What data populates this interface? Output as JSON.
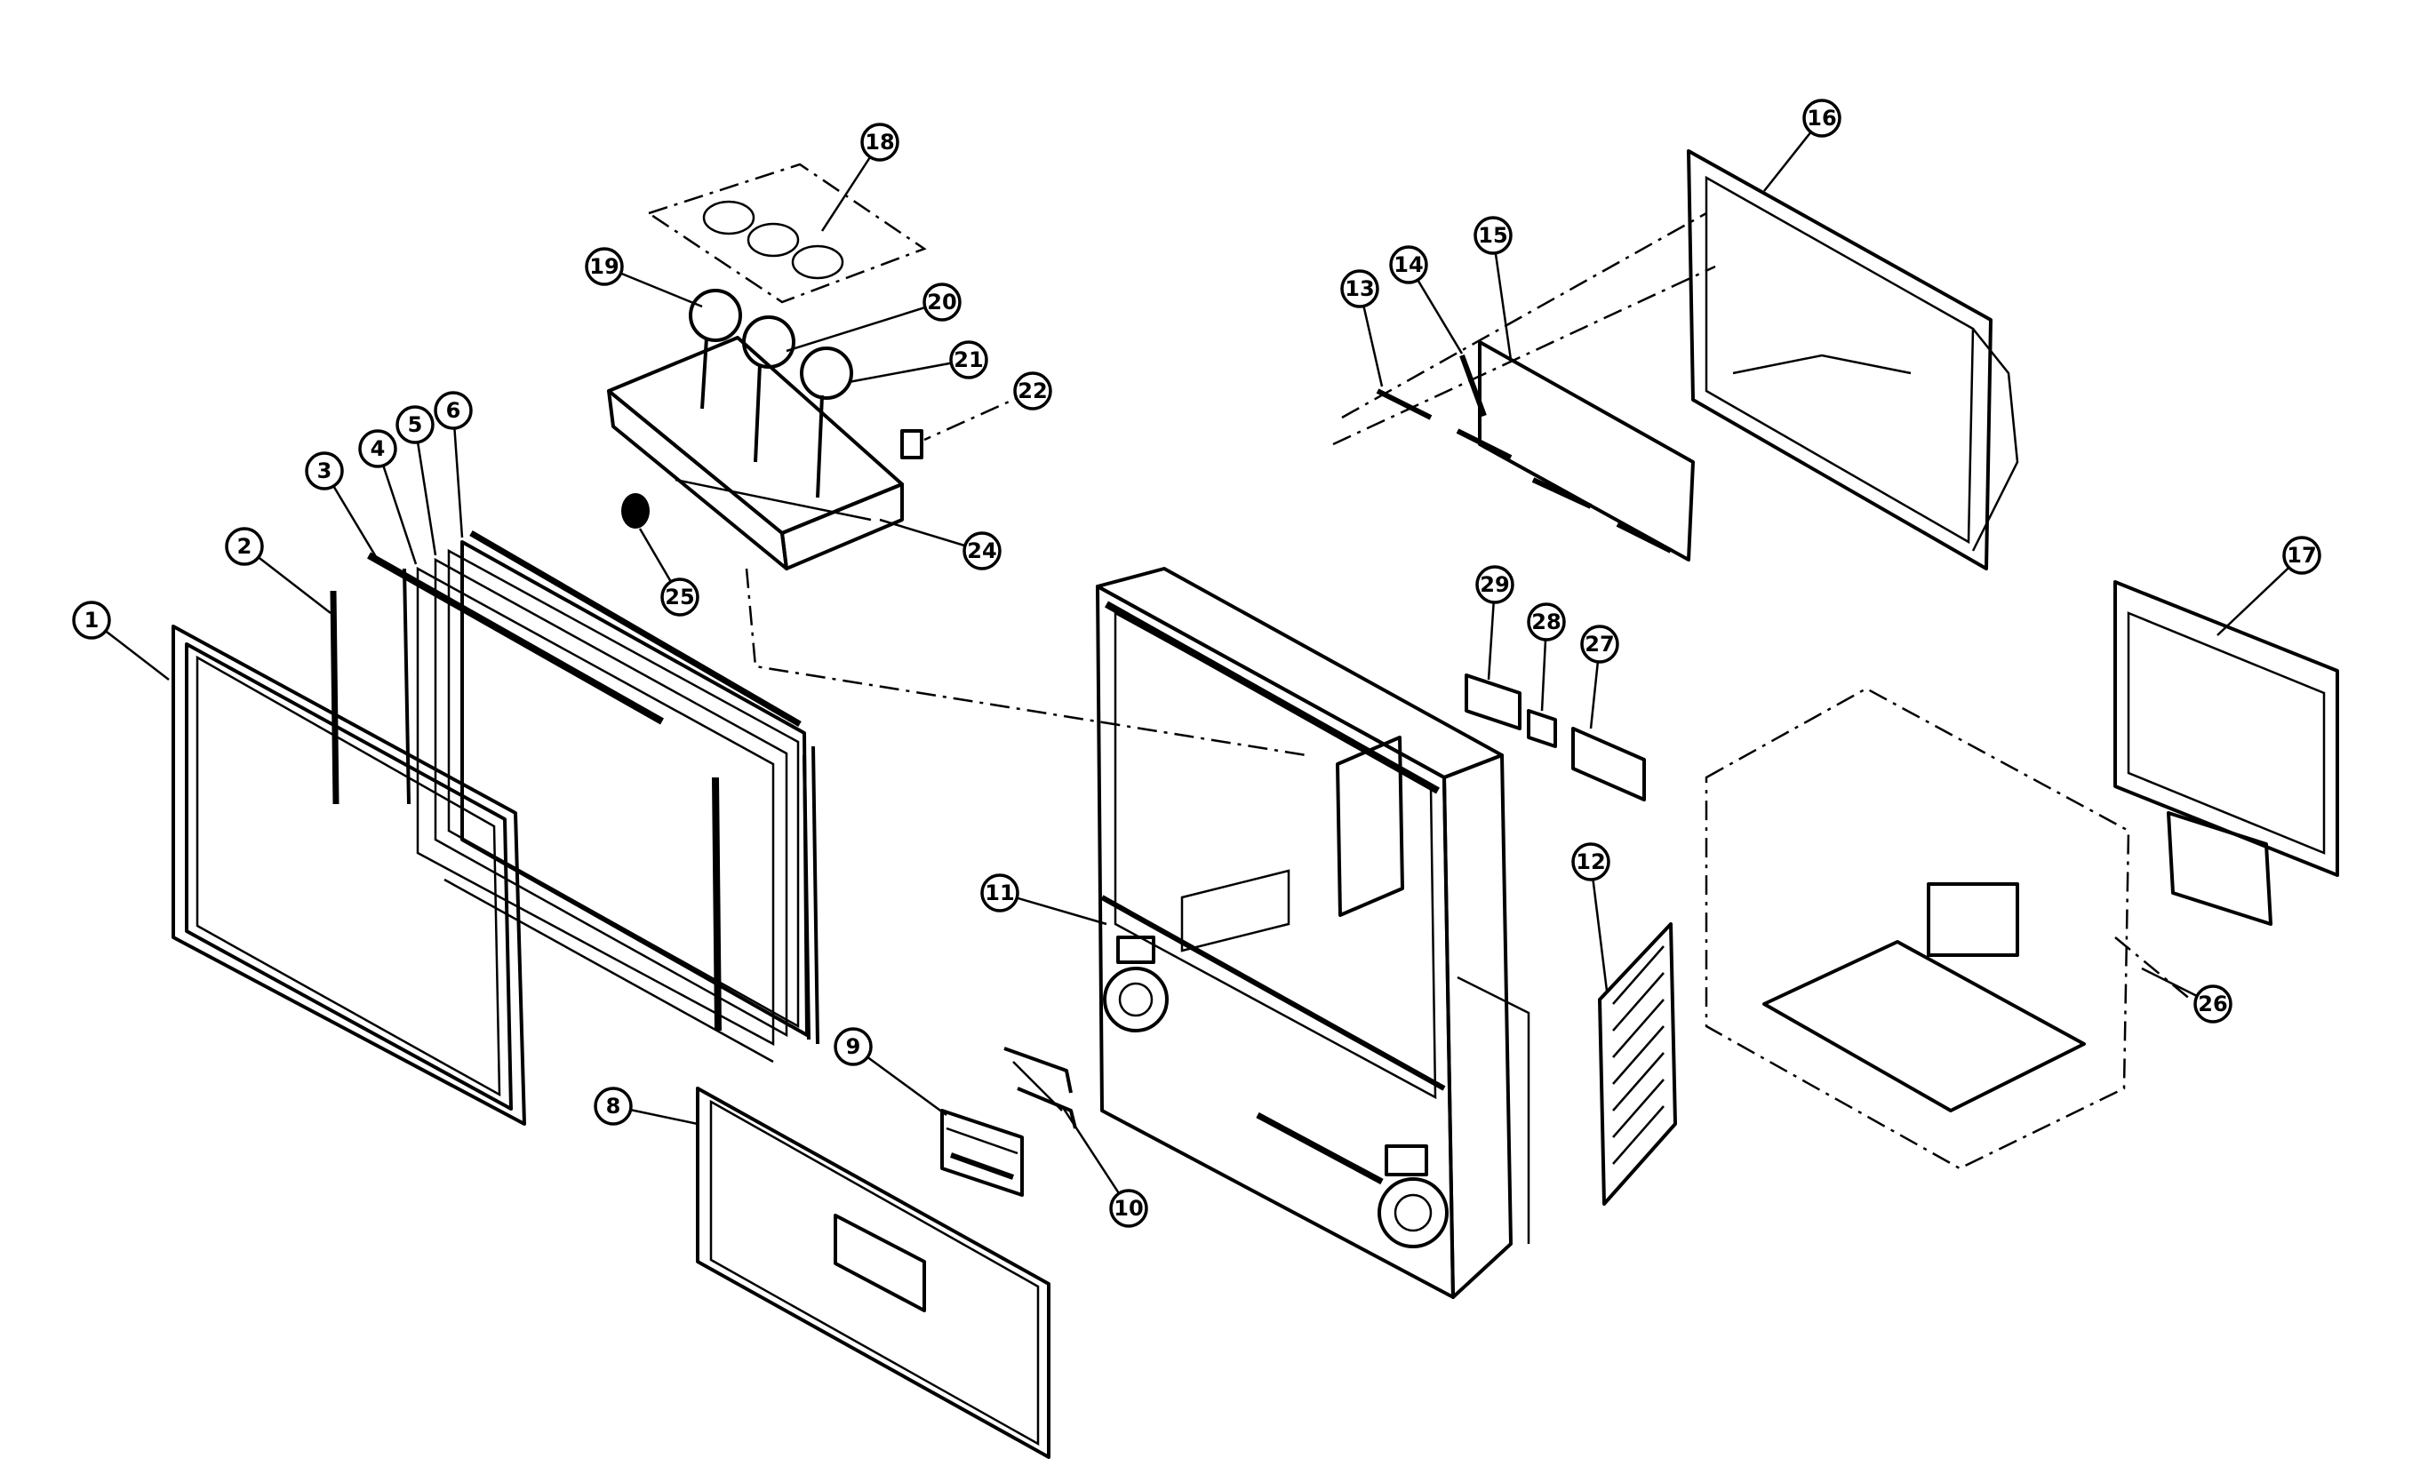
{
  "callouts": [
    {
      "id": "1",
      "label": "1"
    },
    {
      "id": "2",
      "label": "2"
    },
    {
      "id": "3",
      "label": "3"
    },
    {
      "id": "4",
      "label": "4"
    },
    {
      "id": "5",
      "label": "5"
    },
    {
      "id": "6",
      "label": "6"
    },
    {
      "id": "8",
      "label": "8"
    },
    {
      "id": "9",
      "label": "9"
    },
    {
      "id": "10",
      "label": "10"
    },
    {
      "id": "11",
      "label": "11"
    },
    {
      "id": "12",
      "label": "12"
    },
    {
      "id": "13",
      "label": "13"
    },
    {
      "id": "14",
      "label": "14"
    },
    {
      "id": "15",
      "label": "15"
    },
    {
      "id": "16",
      "label": "16"
    },
    {
      "id": "17",
      "label": "17"
    },
    {
      "id": "18",
      "label": "18"
    },
    {
      "id": "19",
      "label": "19"
    },
    {
      "id": "20",
      "label": "20"
    },
    {
      "id": "21",
      "label": "21"
    },
    {
      "id": "22",
      "label": "22"
    },
    {
      "id": "24",
      "label": "24"
    },
    {
      "id": "25",
      "label": "25"
    },
    {
      "id": "26",
      "label": "26"
    },
    {
      "id": "27",
      "label": "27"
    },
    {
      "id": "28",
      "label": "28"
    },
    {
      "id": "29",
      "label": "29"
    }
  ]
}
